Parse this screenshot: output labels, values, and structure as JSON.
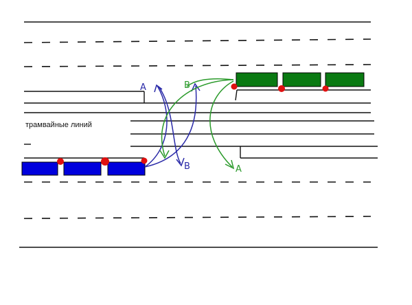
{
  "diagram": {
    "label": "трамвайные линий",
    "marks": {
      "blue_left": "A",
      "blue_right": "B",
      "green_left": "B",
      "green_right": "A"
    },
    "colors": {
      "blue_tram": "#0000dd",
      "green_tram": "#0a7a12",
      "coupler": "#e01010",
      "blue_arrow": "#2a2aa8",
      "green_arrow": "#2a9a2a",
      "line": "#111111"
    }
  }
}
